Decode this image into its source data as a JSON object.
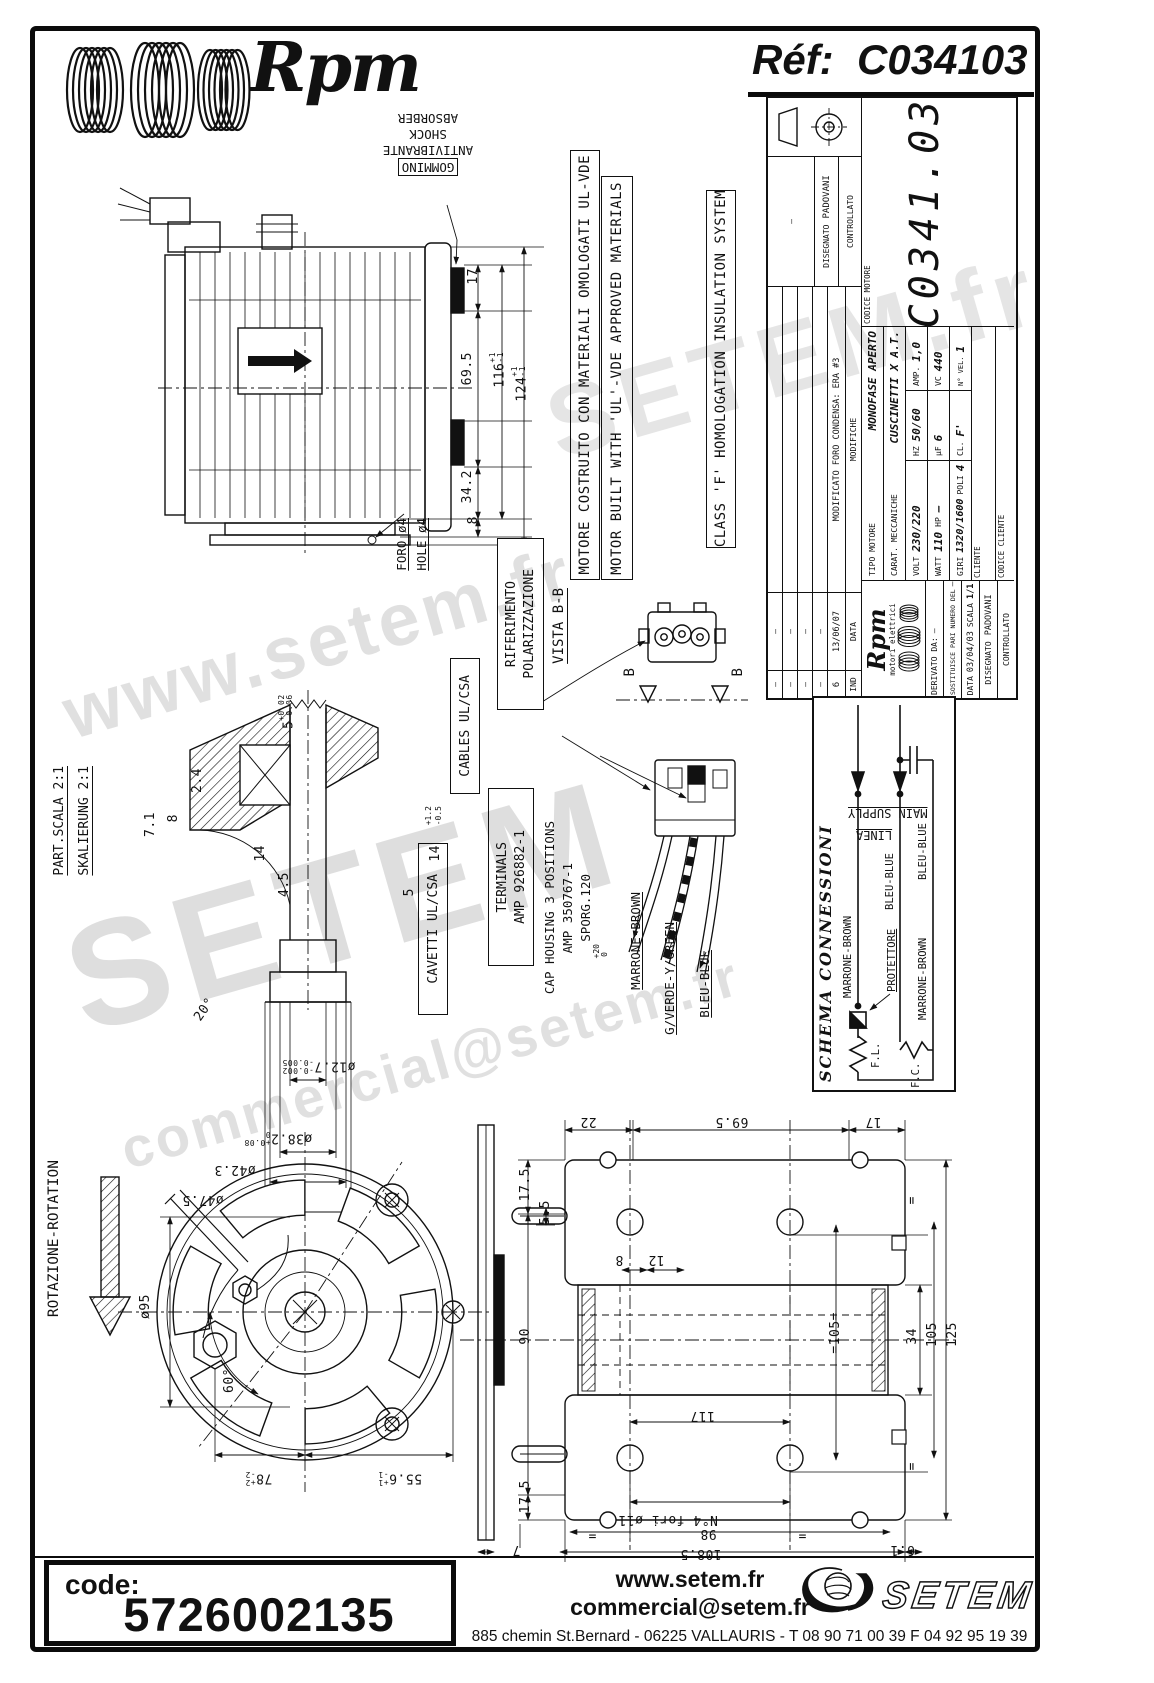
{
  "header": {
    "brand": "Rpm",
    "ref_label": "Réf:",
    "ref_value": "C034103"
  },
  "watermarks": {
    "w1": "www.setem.fr",
    "w2": "SETEM",
    "w3": "commercial@setem.fr",
    "w4": "SETEM.fr"
  },
  "titleblock": {
    "revisions": {
      "dash": "–",
      "ind": "6",
      "date": "13/06/07",
      "text": "MODIFICATO FORO CONDENSA: ERA #3",
      "col_ind": "IND",
      "col_data": "DATA",
      "col_mod": "MODIFICHE"
    },
    "approvals": {
      "disegnato": "DISEGNATO",
      "padovani": "PADOVANI",
      "controllato": "CONTROLLATO"
    },
    "logo": {
      "brand": "Rpm",
      "sub": "motori elettrici"
    },
    "meta": {
      "derivato": "DERIVATO DA:",
      "derivato_v": "–",
      "sostituisce": "SOSTITUISCE PARI NUMERO DEL",
      "sostituisce_v": "–",
      "data_l": "DATA",
      "data_v": "03/04/03",
      "scala_l": "SCALA",
      "scala_v": "1/1"
    },
    "motor": {
      "tipo_l": "TIPO MOTORE",
      "tipo_v": "MONOFASE APERTO",
      "carat_l": "CARAT. MECCANICHE",
      "carat_v": "CUSCINETTI X A.T.",
      "volt_l": "VOLT",
      "volt_v": "230/220",
      "watt_l": "WATT",
      "watt_v": "110",
      "hp_l": "HP",
      "hp_v": "–",
      "giri_l": "GIRI",
      "giri_v": "1320/1600",
      "poli_l": "POLI",
      "poli_v": "4",
      "hz_l": "HZ",
      "hz_v": "50/60",
      "uf_l": "μF",
      "uf_v": "6",
      "cl_l": "CL.",
      "cl_v": "F'",
      "amp_l": "AMP.",
      "amp_v": "1,0",
      "vc_l": "VC",
      "vc_v": "440",
      "nvel_l": "N° VEL.",
      "nvel_v": "1"
    },
    "cliente_l": "CLIENTE",
    "codice_cliente_l": "CODICE CLIENTE",
    "codice_motore_l": "CODICE MOTORE",
    "codice_motore_v": "C0341.03"
  },
  "notes": {
    "mat_it": "MOTORE COSTRUITO CON MATERIALI OMOLOGATI UL-VDE",
    "mat_en": "MOTOR BUILT WITH 'UL'-VDE APPROVED MATERIALS",
    "class_f": "CLASS 'F' HOMOLOGATION INSULATION SYSTEM"
  },
  "labels": {
    "gommino": "GOMMINO",
    "antivibrante": "ANTIVIBRANTE",
    "shock": "SHOCK",
    "absorber": "ABSORBER",
    "foro": "FORO ø4",
    "hole": "HOLE ø4",
    "rif1": "RIFERIMENTO",
    "rif2": "POLARIZZAZIONE",
    "vista": "VISTA B-B",
    "cables": "CABLES UL/CSA",
    "cavetti": "CAVETTI UL/CSA",
    "terminals": "TERMINALS",
    "terminals_pn": "AMP 926882-1",
    "cap": "CAP HOUSING 3 POSITIONS",
    "cap_pn": "AMP 350767-1",
    "sporg": "SPORG.120",
    "sporg_p": "+20",
    "sporg_m": "0",
    "part_scala": "PART.SCALA 2:1",
    "skalierung": "SKALIERUNG 2:1",
    "rotazione": "ROTAZIONE-ROTATION",
    "b": "B"
  },
  "wires": {
    "marrone": "MARRONE-BROWN",
    "verde": "G/VERDE-Y/GREEN",
    "bleu": "BLEU-BLUE"
  },
  "schema": {
    "title": "SCHEMA CONNESSIONI",
    "linea": "LINEA",
    "supply": "MAIN SUPPLY",
    "protettore": "PROTETTORE",
    "fl": "F.L.",
    "fc": "F.C.",
    "w_marrone": "MARRONE-BROWN",
    "w_bleu": "BLEU-BLUE"
  },
  "dims": {
    "side": {
      "d17": "17",
      "d695": "69.5",
      "d116": "116",
      "d116p": "+1",
      "d116m": "-1",
      "d124": "124",
      "d124p": "+1",
      "d124m": "-1",
      "d342": "34.2",
      "d8": "8"
    },
    "shaft": {
      "d71": "7.1",
      "d8": "8",
      "d24": "2.4",
      "d14": "14",
      "d45": "4.5",
      "d5": "5",
      "d5p": "+0.02",
      "d5m": "-0.06",
      "ang": "20°",
      "d127": "ø12.7",
      "d127p": "-0.002",
      "d127m": "-0.005",
      "d382": "ø38.2",
      "d382p": "+0.08",
      "d382m": "0",
      "d423": "ø42.3",
      "d475": "ø47.5",
      "c14": "14",
      "c5": "5",
      "c5p": "+1.2",
      "c5m": "-0.5"
    },
    "front": {
      "dia": "ø95",
      "ang": "60°",
      "d78": "78",
      "d78p": "+2",
      "d78m": "-2",
      "d556": "55.6",
      "d556p": "+1",
      "d556m": "-1"
    },
    "plate": {
      "t22": "22",
      "t695": "69.5",
      "t17": "17",
      "l175": "17.5",
      "l55": "5.5",
      "l90": "90",
      "b175": "17.5",
      "i8": "8",
      "i12": "12",
      "i117": "117",
      "c105": "=105=",
      "r34": "34",
      "r105": "105",
      "r125": "125",
      "fori": "N°4 fori ø11",
      "b98": "98",
      "b1085": "108.5",
      "b7": "7",
      "b61": "6.1",
      "eq": "="
    }
  },
  "footer": {
    "code_l": "code:",
    "code_v": "5726002135",
    "site": "www.setem.fr",
    "email": "commercial@setem.fr",
    "address": "885 chemin St.Bernard  -  06225 VALLAURIS  -  T 08 90 71 00 39   F 04 92 95 19 39",
    "brand": "SETEM"
  }
}
